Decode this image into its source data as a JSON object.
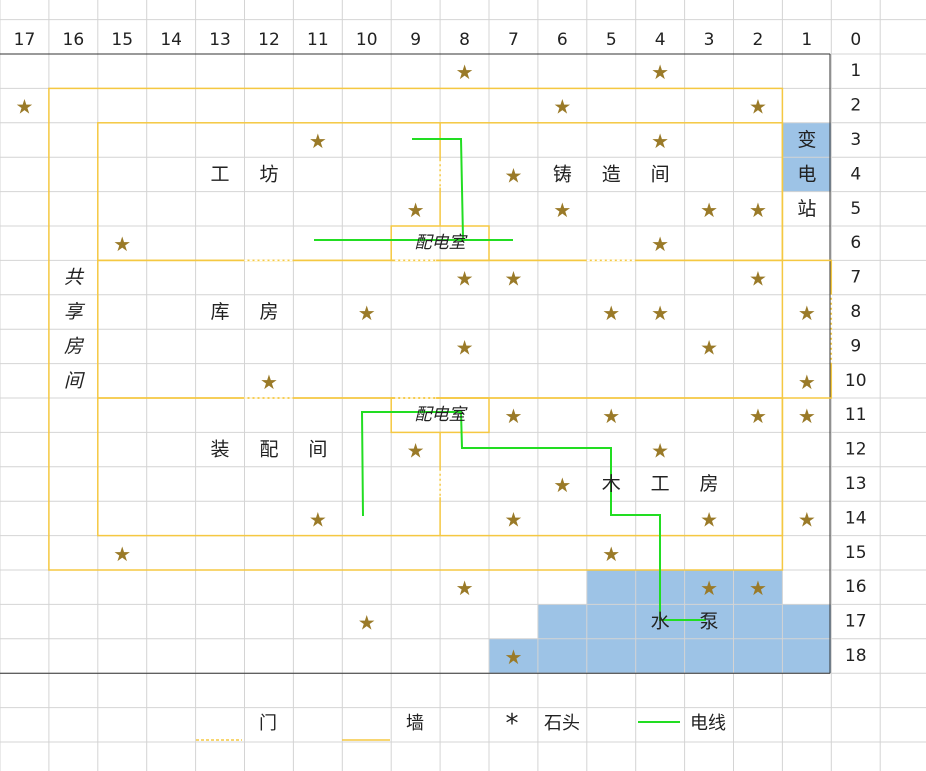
{
  "column_headers": [
    "17",
    "16",
    "15",
    "14",
    "13",
    "12",
    "11",
    "10",
    "9",
    "8",
    "7",
    "6",
    "5",
    "4",
    "3",
    "2",
    "1",
    "0"
  ],
  "row_headers": [
    "1",
    "2",
    "3",
    "4",
    "5",
    "6",
    "7",
    "8",
    "9",
    "10",
    "11",
    "12",
    "13",
    "14",
    "15",
    "16",
    "17",
    "18"
  ],
  "rooms": {
    "workshop": [
      "工",
      "坊"
    ],
    "foundry": [
      "铸",
      "造",
      "间"
    ],
    "substation": [
      "变",
      "电",
      "站"
    ],
    "storehouse": [
      "库",
      "房"
    ],
    "shared_room": [
      "共",
      "享",
      "房",
      "间"
    ],
    "assembly": [
      "装",
      "配",
      "间"
    ],
    "carpentry": [
      "木",
      "工",
      "房"
    ],
    "pump": [
      "水",
      "泵"
    ],
    "power_room_1": "配电室",
    "power_room_2": "配电室"
  },
  "stone_symbol": "★",
  "stones": [
    [
      8,
      1
    ],
    [
      4,
      1
    ],
    [
      17,
      2
    ],
    [
      6,
      2
    ],
    [
      2,
      2
    ],
    [
      11,
      3
    ],
    [
      4,
      3
    ],
    [
      7,
      4
    ],
    [
      9,
      5
    ],
    [
      6,
      5
    ],
    [
      3,
      5
    ],
    [
      2,
      5
    ],
    [
      15,
      6
    ],
    [
      4,
      6
    ],
    [
      8,
      7
    ],
    [
      7,
      7
    ],
    [
      2,
      7
    ],
    [
      10,
      8
    ],
    [
      5,
      8
    ],
    [
      4,
      8
    ],
    [
      1,
      8
    ],
    [
      8,
      9
    ],
    [
      3,
      9
    ],
    [
      12,
      10
    ],
    [
      1,
      10
    ],
    [
      7,
      11
    ],
    [
      5,
      11
    ],
    [
      2,
      11
    ],
    [
      1,
      11
    ],
    [
      9,
      12
    ],
    [
      4,
      12
    ],
    [
      6,
      13
    ],
    [
      11,
      14
    ],
    [
      7,
      14
    ],
    [
      3,
      14
    ],
    [
      1,
      14
    ],
    [
      15,
      15
    ],
    [
      5,
      15
    ],
    [
      8,
      16
    ],
    [
      3,
      16
    ],
    [
      2,
      16
    ],
    [
      10,
      17
    ],
    [
      7,
      18
    ]
  ],
  "legend": {
    "door_label": "门",
    "wall_label": "墙",
    "stone_marker": "*",
    "stone_label": "石头",
    "wire_label": "电线"
  },
  "colors": {
    "grid": "#d4d4d4",
    "wall": "#f5c842",
    "wire": "#22dd22",
    "stone": "#9a7a28",
    "blue_fill": "#9dc3e6",
    "text": "#222222"
  }
}
